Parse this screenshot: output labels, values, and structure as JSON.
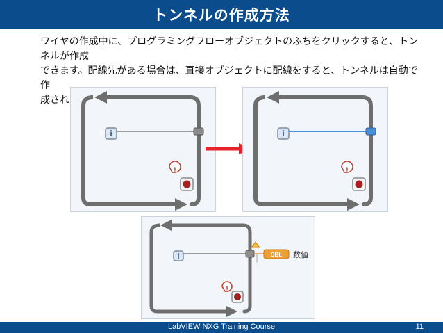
{
  "slide": {
    "title": "トンネルの作成方法",
    "body_lines": [
      "ワイヤの作成中に、プログラミングフローオブジェクトのふちをクリックすると、トンネルが作成",
      "できます。配線先がある場合は、直接オブジェクトに配線をすると、トンネルは自動で作",
      "成されます。"
    ]
  },
  "panels": {
    "iteration_label": "i",
    "warning_glyph": "!",
    "tunnel_type": "DBL",
    "indicator_label": "数値"
  },
  "footer": {
    "course": "LabVIEW NXG Training Course",
    "page": "11"
  },
  "colors": {
    "title_bg": "#0a4c8c",
    "arrow": "#e4232a",
    "wire_selected": "#4a90d9",
    "indicator_orange": "#f0a030"
  }
}
